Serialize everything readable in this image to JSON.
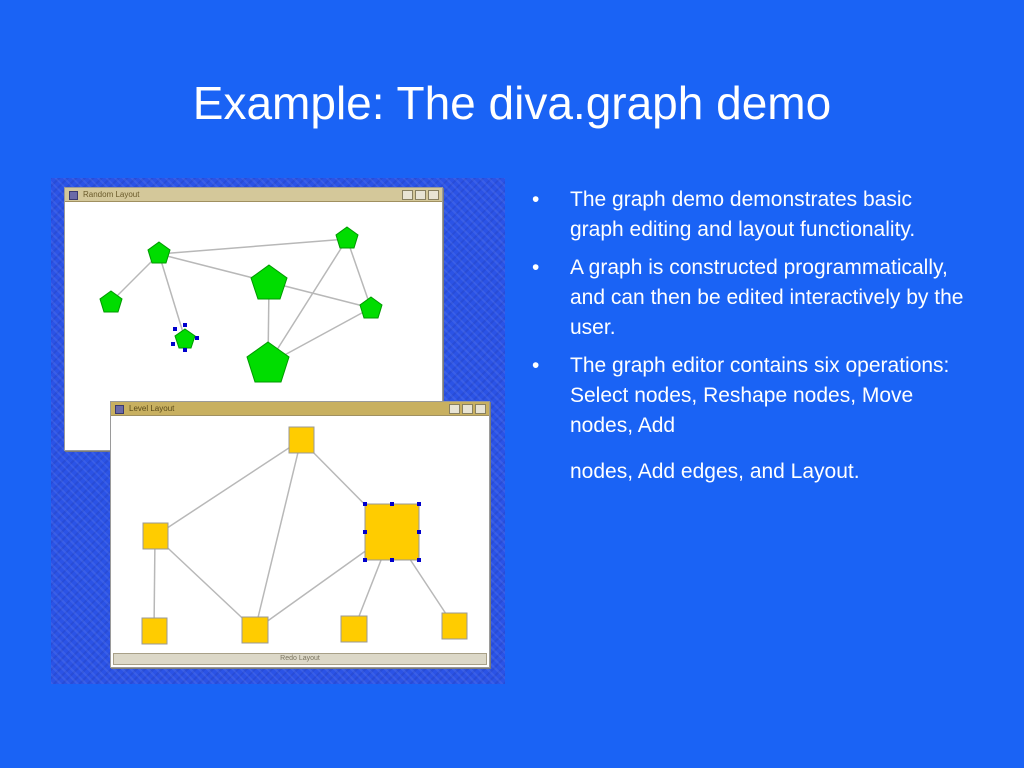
{
  "slide": {
    "title": "Example: The diva.graph demo"
  },
  "screenshot": {
    "window1": {
      "title": "Random Layout"
    },
    "window2": {
      "title": "Level Layout",
      "status": "Redo Layout"
    }
  },
  "bullets": [
    {
      "marker": "•",
      "text": "The graph demo demonstrates basic graph editing and layout functionality."
    },
    {
      "marker": "•",
      "text": "A graph is constructed programmatically, and can then be edited interactively by the user."
    },
    {
      "marker": "•",
      "text": "The graph editor contains six operations: Select nodes, Reshape nodes, Move nodes, Add",
      "text_continued": "nodes, Add edges, and Layout."
    }
  ],
  "colors": {
    "background": "#1a63f5",
    "random_node": "#00dd00",
    "level_node": "#ffcc00",
    "selection_handle": "#0000cc"
  }
}
